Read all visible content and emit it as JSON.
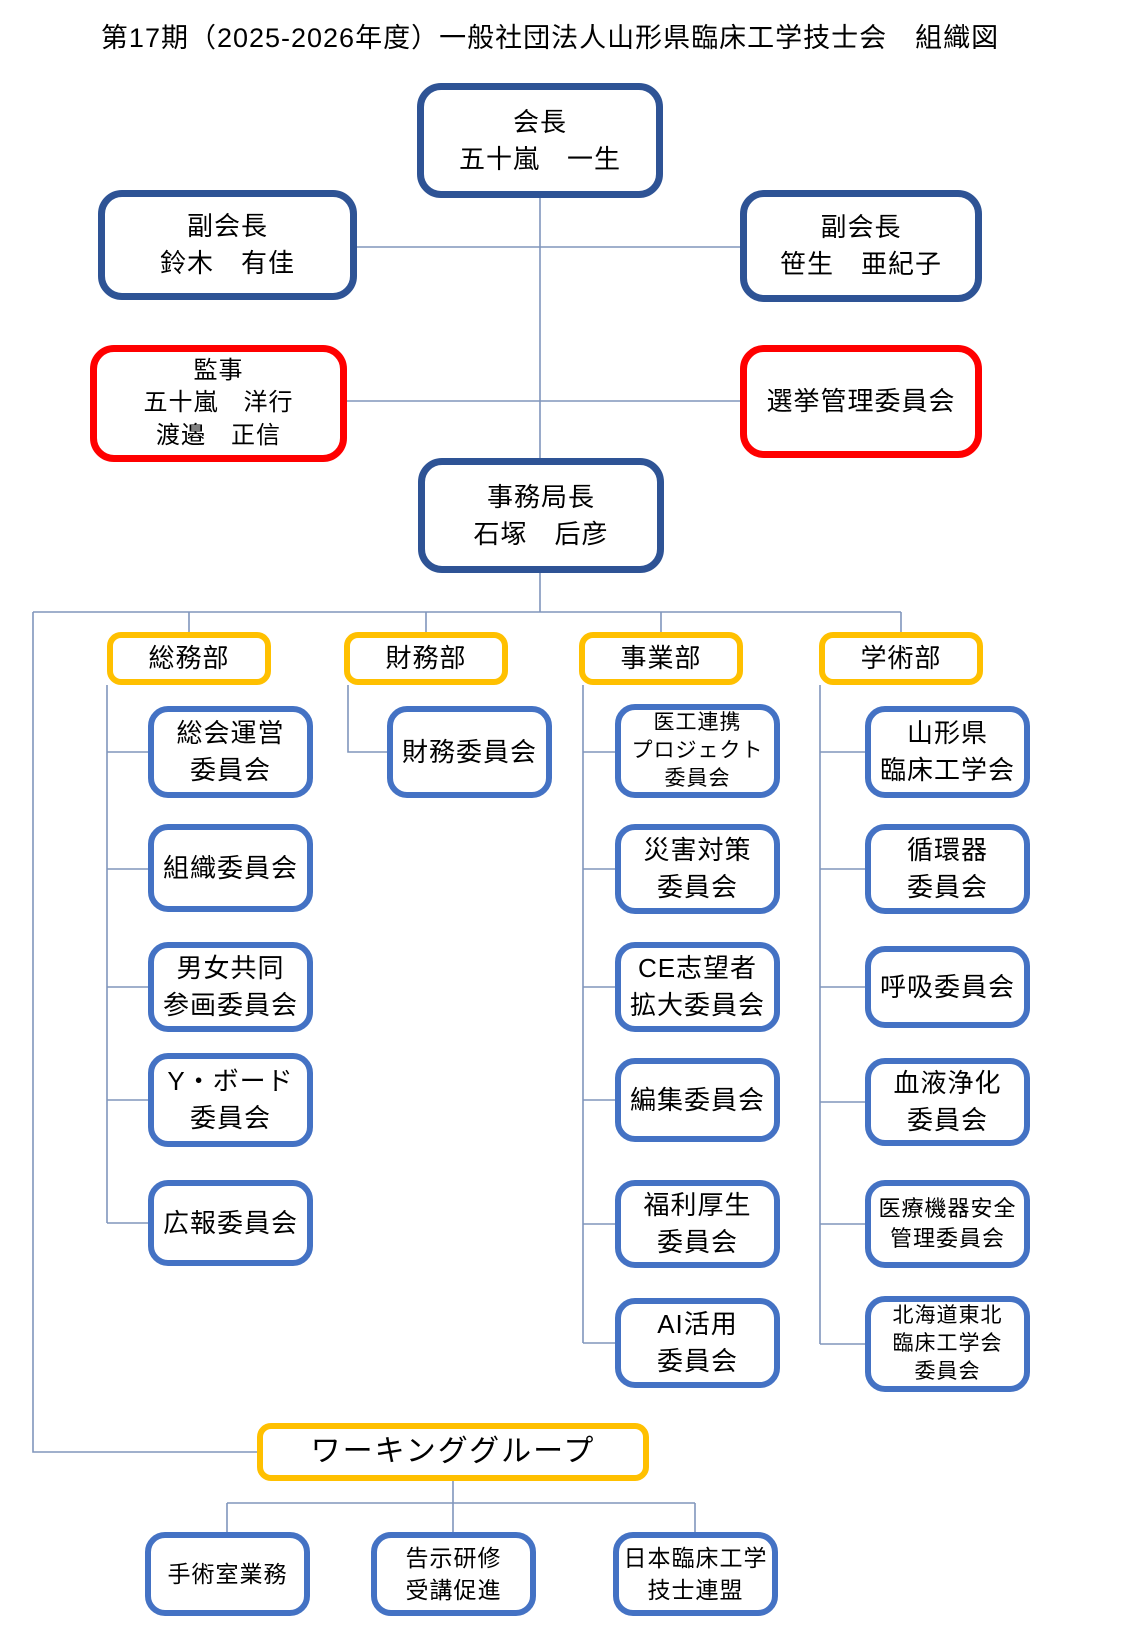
{
  "title": "第17期（2025-2026年度）一般社団法人山形県臨床工学技士会　組織図",
  "colors": {
    "navy": "#2E5395",
    "blue": "#4472C4",
    "red": "#FF0000",
    "yellow": "#FFC000",
    "line": "#8096BC",
    "text": "#000000",
    "bg": "#FFFFFF"
  },
  "executives": {
    "president": {
      "lines": [
        "会長",
        "五十嵐　一生"
      ]
    },
    "vice_president_left": {
      "lines": [
        "副会長",
        "鈴木　有佳"
      ]
    },
    "vice_president_right": {
      "lines": [
        "副会長",
        "笹生　亜紀子"
      ]
    },
    "auditors": {
      "lines": [
        "監事",
        "五十嵐　洋行",
        "渡邉　正信"
      ]
    },
    "election_committee": {
      "lines": [
        "選挙管理委員会"
      ]
    },
    "secretary_general": {
      "lines": [
        "事務局長",
        "石塚　后彦"
      ]
    }
  },
  "departments": [
    {
      "label": "総務部",
      "committees": [
        {
          "lines": [
            "総会運営",
            "委員会"
          ]
        },
        {
          "lines": [
            "組織委員会"
          ]
        },
        {
          "lines": [
            "男女共同",
            "参画委員会"
          ]
        },
        {
          "lines": [
            "Y・ボード",
            "委員会"
          ]
        },
        {
          "lines": [
            "広報委員会"
          ]
        }
      ]
    },
    {
      "label": "財務部",
      "committees": [
        {
          "lines": [
            "財務委員会"
          ]
        }
      ]
    },
    {
      "label": "事業部",
      "committees": [
        {
          "lines": [
            "医工連携",
            "プロジェクト",
            "委員会"
          ]
        },
        {
          "lines": [
            "災害対策",
            "委員会"
          ]
        },
        {
          "lines": [
            "CE志望者",
            "拡大委員会"
          ]
        },
        {
          "lines": [
            "編集委員会"
          ]
        },
        {
          "lines": [
            "福利厚生",
            "委員会"
          ]
        },
        {
          "lines": [
            "AI活用",
            "委員会"
          ]
        }
      ]
    },
    {
      "label": "学術部",
      "committees": [
        {
          "lines": [
            "山形県",
            "臨床工学会"
          ]
        },
        {
          "lines": [
            "循環器",
            "委員会"
          ]
        },
        {
          "lines": [
            "呼吸委員会"
          ]
        },
        {
          "lines": [
            "血液浄化",
            "委員会"
          ]
        },
        {
          "lines": [
            "医療機器安全",
            "管理委員会"
          ]
        },
        {
          "lines": [
            "北海道東北",
            "臨床工学会",
            "委員会"
          ]
        }
      ]
    }
  ],
  "working_group": {
    "label": "ワーキンググループ",
    "items": [
      {
        "lines": [
          "手術室業務"
        ]
      },
      {
        "lines": [
          "告示研修",
          "受講促進"
        ]
      },
      {
        "lines": [
          "日本臨床工学",
          "技士連盟"
        ]
      }
    ]
  }
}
